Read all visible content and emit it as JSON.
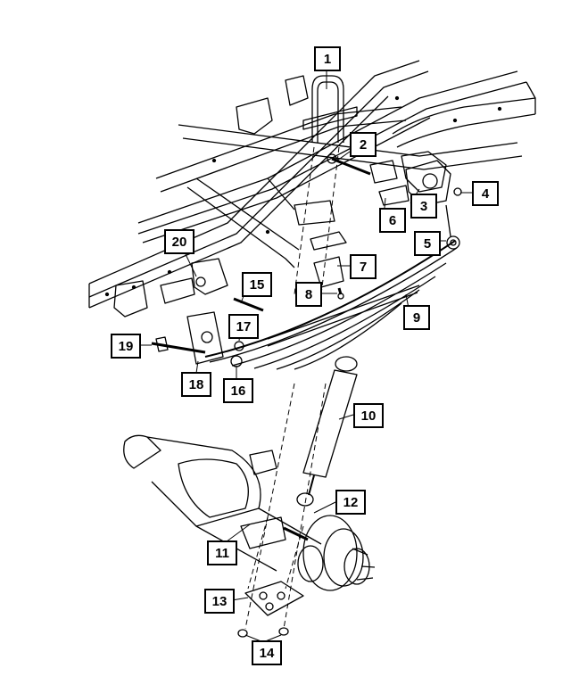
{
  "callouts": [
    {
      "id": "c1",
      "label": "1"
    },
    {
      "id": "c2",
      "label": "2"
    },
    {
      "id": "c3",
      "label": "3"
    },
    {
      "id": "c4",
      "label": "4"
    },
    {
      "id": "c5",
      "label": "5"
    },
    {
      "id": "c6",
      "label": "6"
    },
    {
      "id": "c7",
      "label": "7"
    },
    {
      "id": "c8",
      "label": "8"
    },
    {
      "id": "c9",
      "label": "9"
    },
    {
      "id": "c10",
      "label": "10"
    },
    {
      "id": "c11",
      "label": "11"
    },
    {
      "id": "c12",
      "label": "12"
    },
    {
      "id": "c13",
      "label": "13"
    },
    {
      "id": "c14",
      "label": "14"
    },
    {
      "id": "c15",
      "label": "15"
    },
    {
      "id": "c16",
      "label": "16"
    },
    {
      "id": "c17",
      "label": "17"
    },
    {
      "id": "c18",
      "label": "18"
    },
    {
      "id": "c19",
      "label": "19"
    },
    {
      "id": "c20",
      "label": "20"
    }
  ],
  "colors": {
    "line": "#000000",
    "background": "#ffffff"
  }
}
